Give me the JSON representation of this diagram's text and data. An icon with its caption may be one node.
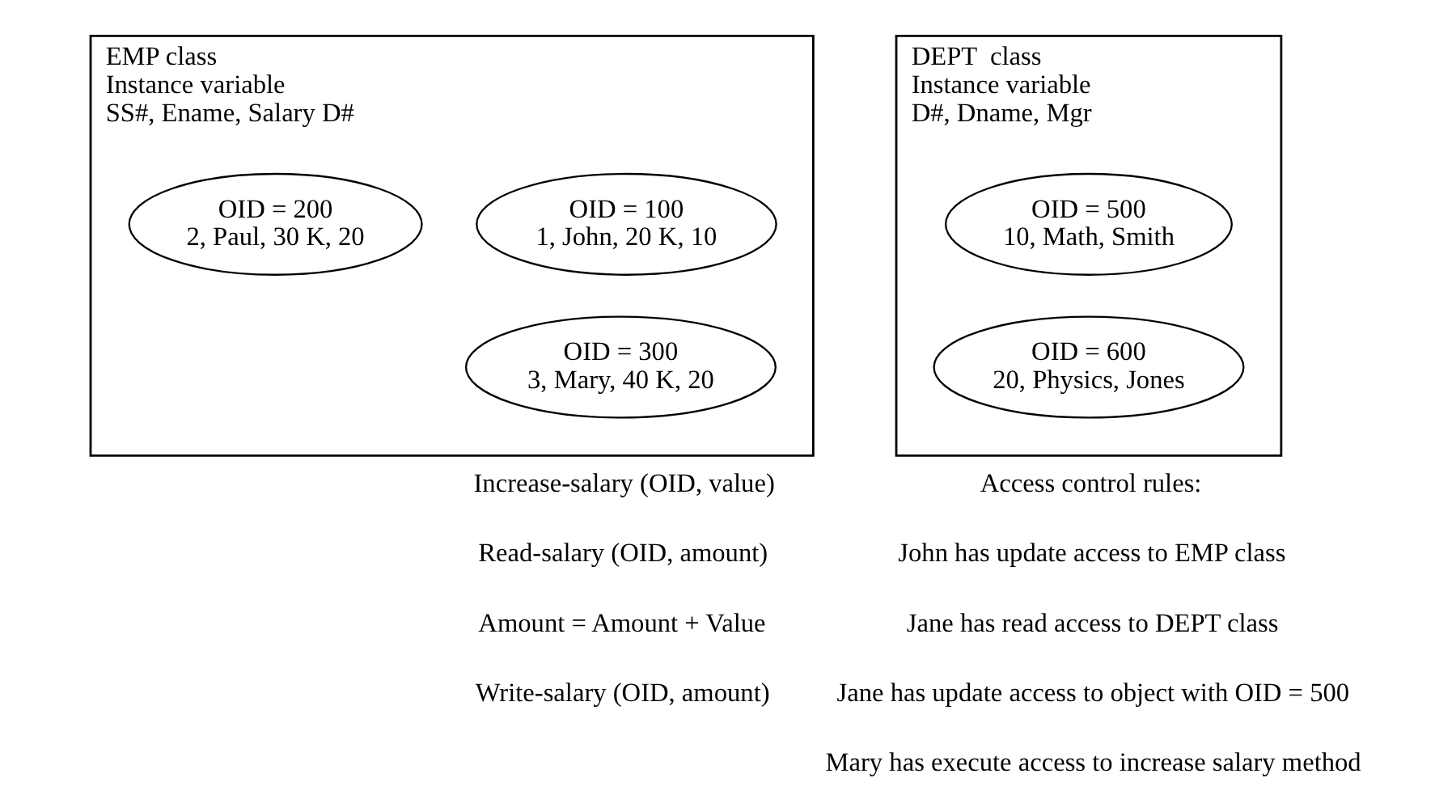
{
  "diagram": {
    "nodes": [
      {
        "text": [
          "EMP class",
          "Instance variable",
          "SS#, Ename, Salary D#"
        ]
      },
      {
        "text": [
          "OID = 100",
          "1, John, 20 K, 10"
        ],
        "in": 0
      },
      {
        "text": [
          "OID = 200",
          "2, Paul, 30 K, 20"
        ],
        "in": 0
      },
      {
        "text": [
          "OID = 300",
          "3, Mary, 40 K, 20"
        ],
        "in": 0
      },
      {
        "text": [
          "DEPT  class",
          "Instance variable",
          "D#, Dname, Mgr"
        ]
      },
      {
        "text": [
          "OID = 500",
          "10, Math, Smith"
        ],
        "in": 4
      },
      {
        "text": [
          "OID = 600",
          "20, Physics, Jones"
        ],
        "in": 4
      }
    ],
    "edges": [],
    "labels": [
      "Increase-salary (OID, value)",
      "Read-salary (OID, amount)",
      "Amount = Amount + Value",
      "Write-salary (OID, amount)",
      "Access control rules:",
      "John has update access to EMP class",
      "Jane has read access to DEPT class",
      "Jane has update access to object with OID = 500",
      "Mary has execute access to increase salary method"
    ]
  }
}
